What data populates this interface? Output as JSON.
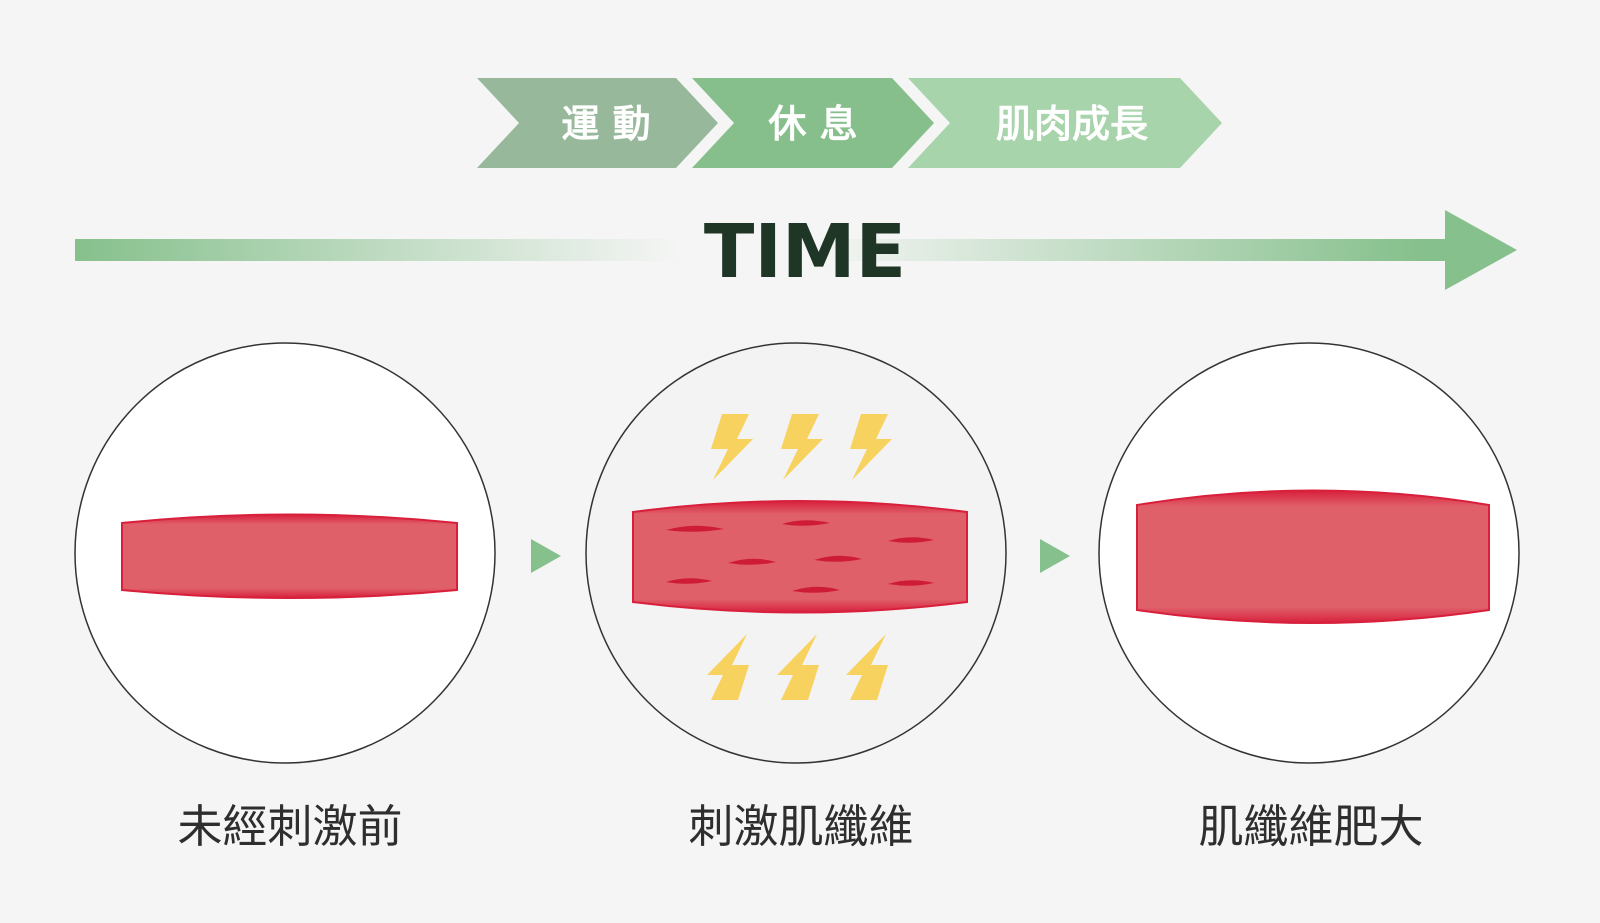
{
  "process_steps": [
    {
      "label": "運 動",
      "color": "#97b89b"
    },
    {
      "label": "休 息",
      "color": "#86bf8c"
    },
    {
      "label": "肌肉成長",
      "color": "#a8d4ab"
    }
  ],
  "timeline": {
    "label": "TIME",
    "arrow_color": "#86c08c"
  },
  "panels": [
    {
      "caption": "未經刺激前",
      "state": "normal-fiber",
      "background": "#ffffff"
    },
    {
      "caption": "刺激肌纖維",
      "state": "stimulated-fiber-with-micro-tears",
      "background": "#f3f3f3"
    },
    {
      "caption": "肌纖維肥大",
      "state": "hypertrophied-fiber",
      "background": "#ffffff"
    }
  ],
  "colors": {
    "muscle": "#e0606a",
    "muscle_edge": "#d81f3c",
    "lightning": "#f8d25e",
    "connector": "#86c08c"
  },
  "icons": [
    "lightning-icon",
    "play-arrow-icon"
  ]
}
